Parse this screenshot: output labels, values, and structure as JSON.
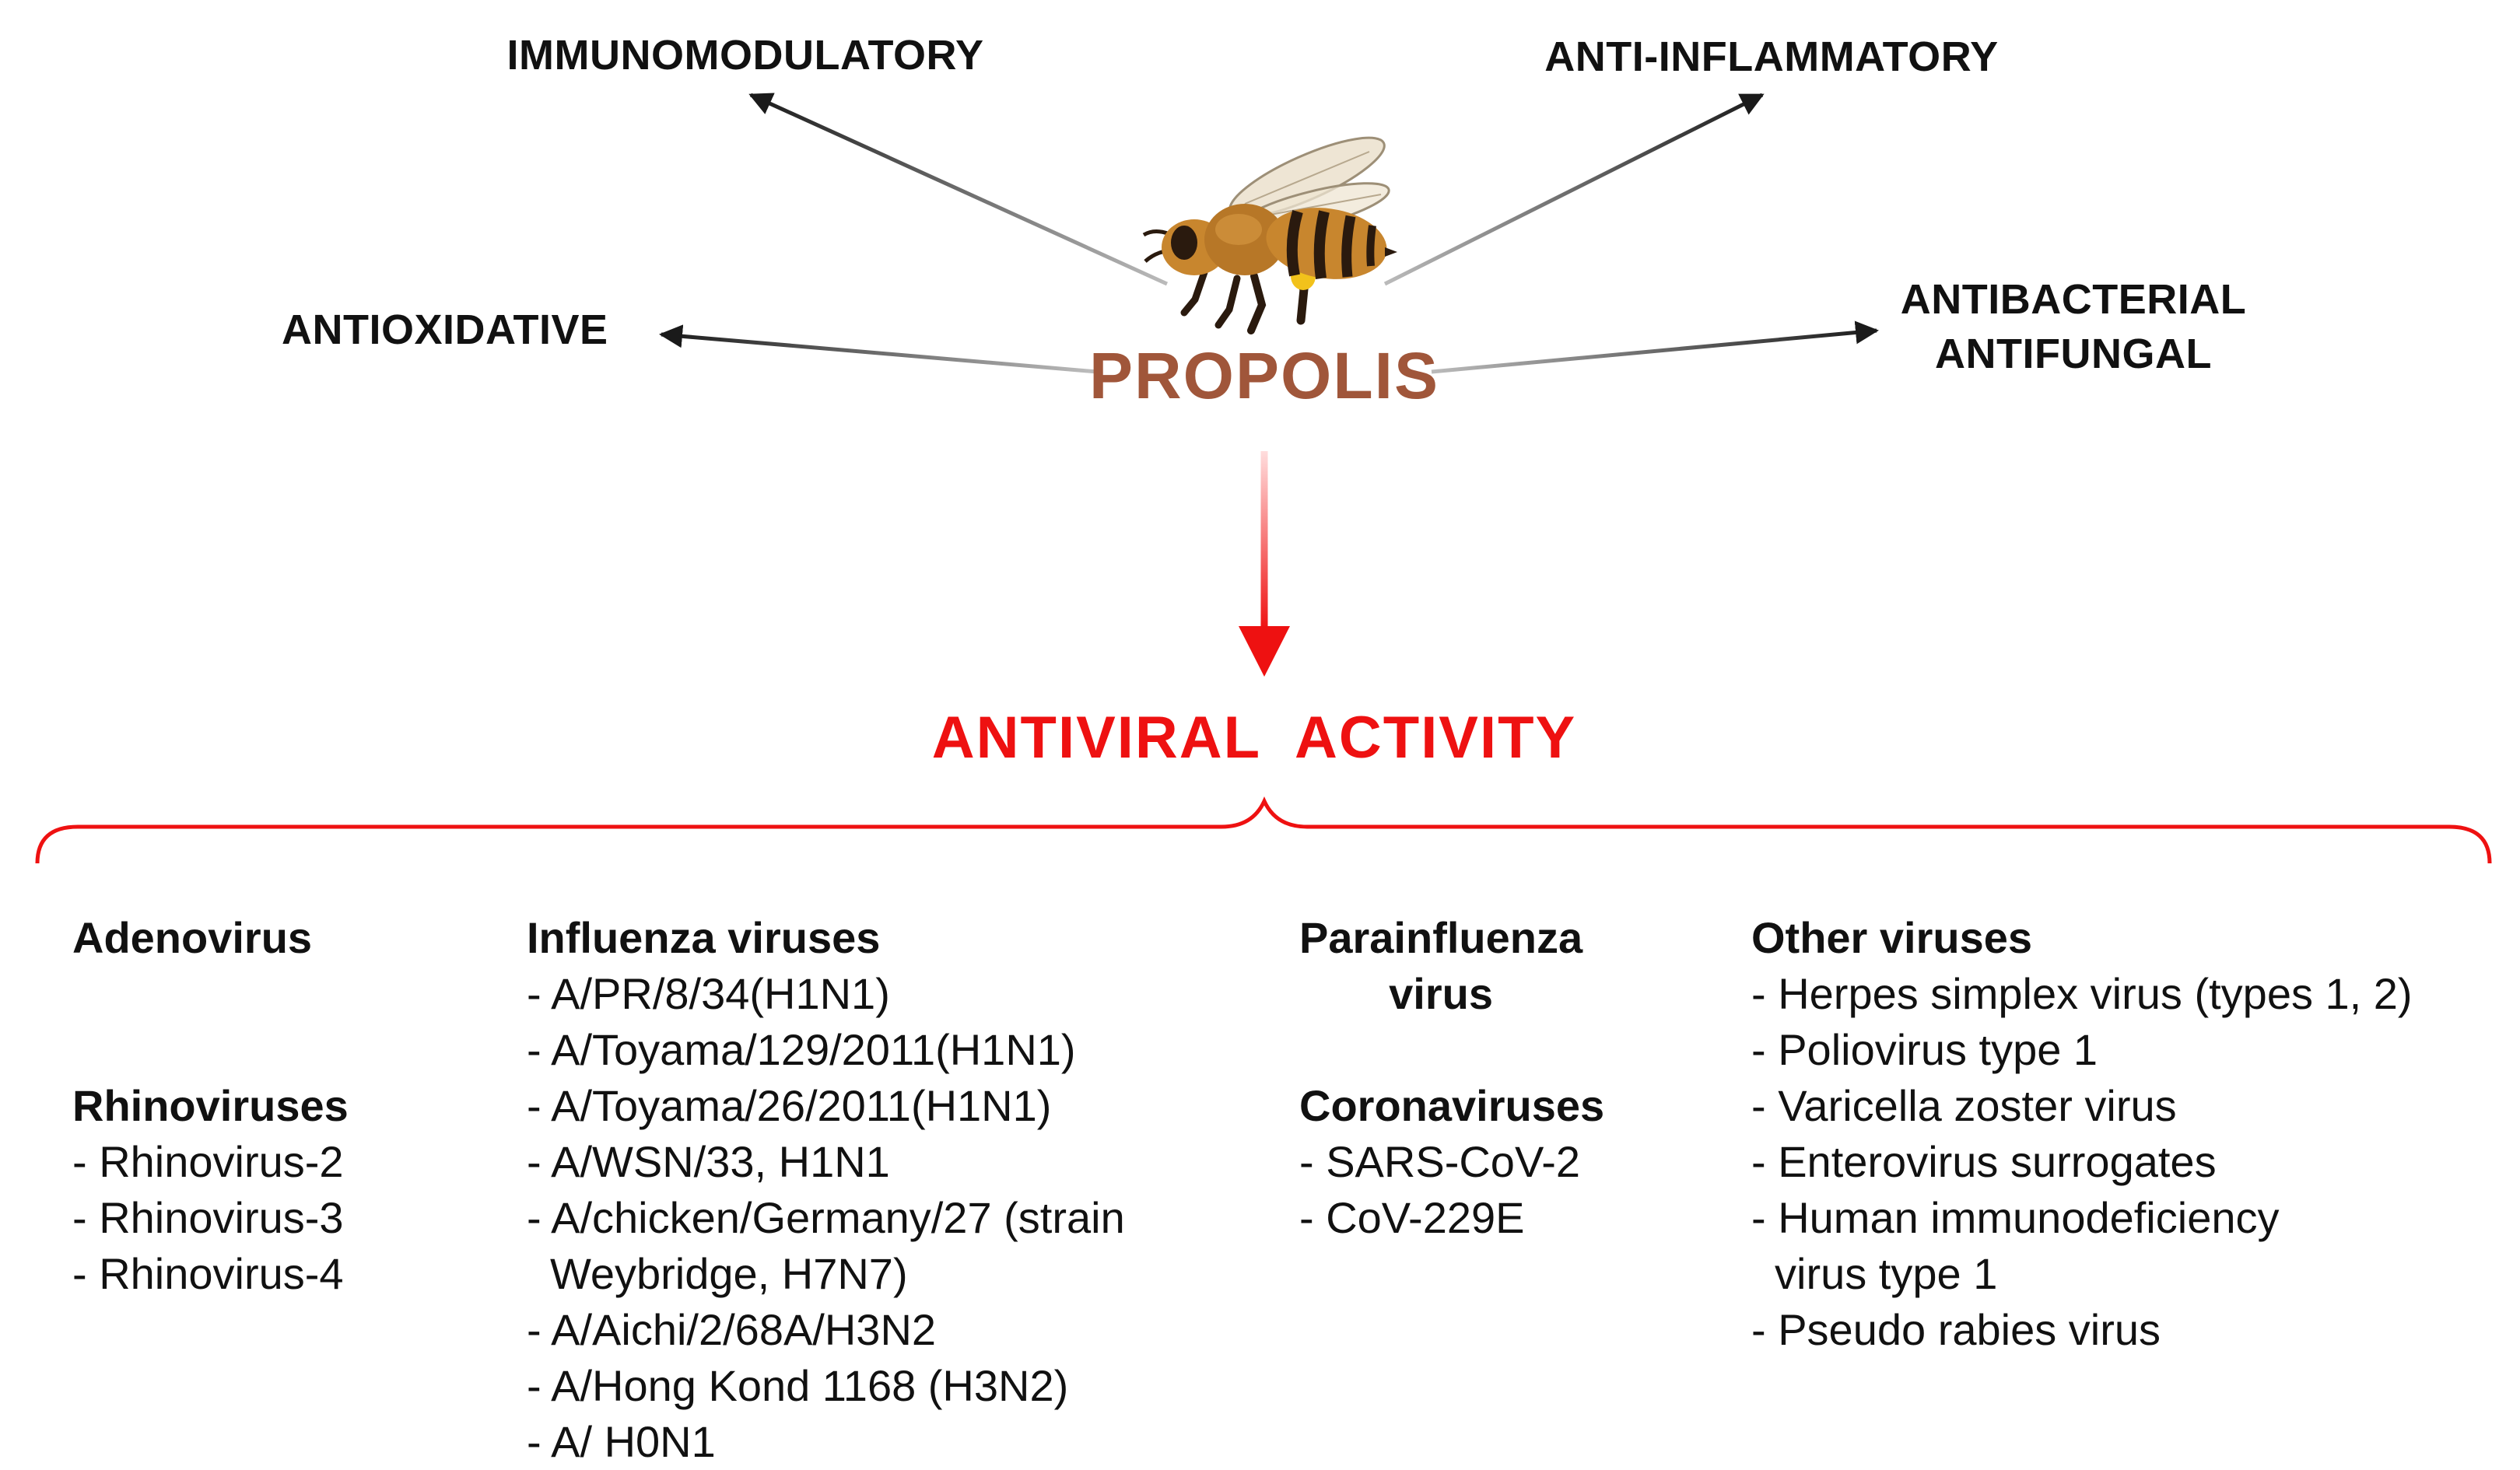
{
  "center_label": "PROPOLIS",
  "properties": {
    "immunomodulatory": "IMMUNOMODULATORY",
    "anti_inflammatory": "ANTI-INFLAMMATORY",
    "antioxidative": "ANTIOXIDATIVE",
    "antibacterial_line1": "ANTIBACTERIAL",
    "antibacterial_line2": "ANTIFUNGAL"
  },
  "antiviral_title": "ANTIVIRAL  ACTIVITY",
  "columns": {
    "col1": {
      "adenovirus": "Adenovirus",
      "rhinoviruses": {
        "heading": "Rhinoviruses",
        "items": [
          "- Rhinovirus-2",
          "- Rhinovirus-3",
          "- Rhinovirus-4"
        ]
      }
    },
    "col2": {
      "heading": "Influenza viruses",
      "items": [
        "- A/PR/8/34(H1N1)",
        "- A/Toyama/129/2011(H1N1)",
        "- A/Toyama/26/2011(H1N1)",
        "- A/WSN/33, H1N1",
        "- A/chicken/Germany/27 (strain",
        "Weybridge, H7N7)",
        "- A/Aichi/2/68A/H3N2",
        "- A/Hong Kond 1168 (H3N2)",
        "- A/ H0N1"
      ]
    },
    "col3": {
      "parainfluenza_line1": "Parainfluenza",
      "parainfluenza_line2": "virus",
      "coronaviruses": {
        "heading": "Coronaviruses",
        "items": [
          "- SARS-CoV-2",
          "- CoV-229E"
        ]
      }
    },
    "col4": {
      "heading": "Other viruses",
      "items": [
        "- Herpes simplex virus (types 1, 2)",
        "- Poliovirus type 1",
        "- Varicella zoster virus",
        "- Enterovirus surrogates",
        "- Human immunodeficiency",
        "virus type 1",
        "- Pseudo rabies virus"
      ]
    }
  },
  "colors": {
    "propolis": "#a0563a",
    "antiviral": "#ee1111",
    "arrow": "#1a1a1a",
    "bee_body": "#c8862e",
    "bee_stripe": "#2a1a0e"
  }
}
